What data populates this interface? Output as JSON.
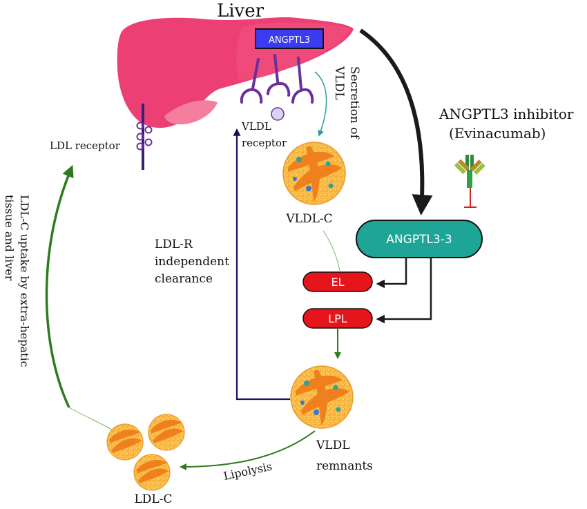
{
  "title": "Liver",
  "labels": {
    "angptl3_liver": "ANGPTL3",
    "ldl_receptor": "LDL receptor",
    "vldl_receptor_line1": "VLDL",
    "vldl_receptor_line2": "receptor",
    "secretion_line1": "Secretion of",
    "secretion_line2": "VLDL",
    "inhibitor_line1": "ANGPTL3 inhibitor",
    "inhibitor_line2": "(Evinacumab)",
    "angptl3_box": "ANGPTL3-3",
    "vldl_c": "VLDL-C",
    "el": "EL",
    "lpl": "LPL",
    "ldlr_independent_line1": "LDL-R",
    "ldlr_independent_line2": "independent",
    "ldlr_independent_line3": "clearance",
    "uptake_line1": "LDL-C uptake by extra-hepatic",
    "uptake_line2": "tissue and liver",
    "vldl_remnants_line1": "VLDL",
    "vldl_remnants_line2": "remnants",
    "lipolysis": "Lipolysis",
    "ldl_c": "LDL-C"
  },
  "colors": {
    "liver": "#ec3f73",
    "liver_lobe": "#f37f9c",
    "angptl3_box": "#3b3bf0",
    "receptor": "#6a2f9a",
    "ldl_receptor": "#3a1d7a",
    "teal_box": "#1fa597",
    "enzyme": "#e5151b",
    "particle": "#f7b23b",
    "particle_band": "#f07f1e",
    "green_arrow": "#2f7a1f",
    "navy_arrow": "#1c0f5c",
    "black_arrow": "#1a1a1a",
    "teal_arrow": "#2c9aa0",
    "inhibit": "#d62020"
  }
}
